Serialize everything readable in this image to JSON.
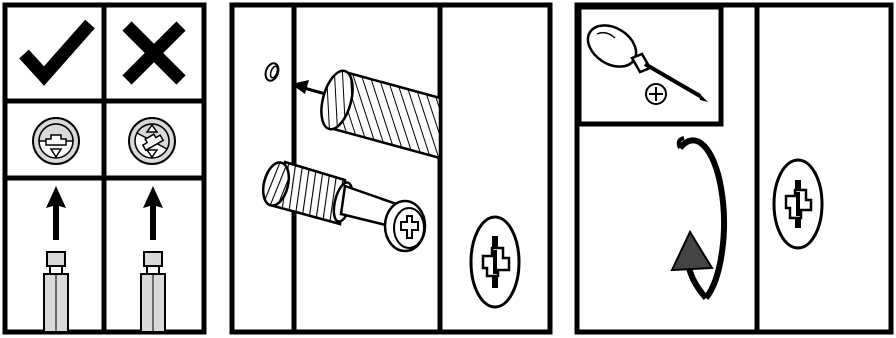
{
  "panels": [
    {
      "id": "correct-vs-incorrect",
      "icons": [
        "check-icon",
        "cross-icon",
        "cam-aligned-icon",
        "cam-misaligned-icon",
        "arrow-up-icon",
        "dowel-pin-icon"
      ]
    },
    {
      "id": "insert-connector",
      "icons": [
        "hole-icon",
        "connector-sleeve-icon",
        "arrow-left-icon",
        "cam-bolt-icon",
        "cam-lock-icon"
      ]
    },
    {
      "id": "tighten-cam",
      "icons": [
        "screwdriver-icon",
        "phillips-head-icon",
        "rotate-arrow-icon",
        "cam-lock-icon"
      ]
    }
  ],
  "colors": {
    "line": "#000000",
    "fill": "#ffffff",
    "shade": "#d9d9d9"
  }
}
